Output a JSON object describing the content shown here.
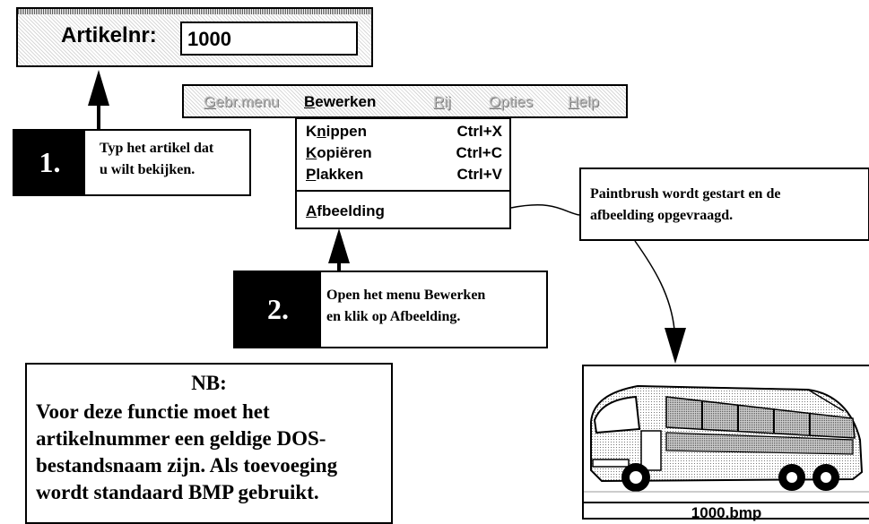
{
  "field": {
    "label": "Artikelnr:",
    "value": "1000"
  },
  "menubar": {
    "items": [
      {
        "label": "Gebr.menu",
        "underline": "G",
        "enabled": false
      },
      {
        "label": "Bewerken",
        "underline": "B",
        "enabled": true
      },
      {
        "label": "Rij",
        "underline": "R",
        "enabled": false
      },
      {
        "label": "Opties",
        "underline": "O",
        "enabled": false
      },
      {
        "label": "Help",
        "underline": "H",
        "enabled": false
      }
    ]
  },
  "dropdown": {
    "items": [
      {
        "pre": "K",
        "ul": "n",
        "post": "ippen",
        "shortcut": "Ctrl+X"
      },
      {
        "pre": "",
        "ul": "K",
        "post": "opiëren",
        "shortcut": "Ctrl+C"
      },
      {
        "pre": "",
        "ul": "P",
        "post": "lakken",
        "shortcut": "Ctrl+V"
      },
      {
        "pre": "",
        "ul": "A",
        "post": "fbeelding",
        "shortcut": ""
      }
    ]
  },
  "step1": {
    "number": "1.",
    "line1": "Typ het artikel dat",
    "line2": "u wilt bekijken."
  },
  "step2": {
    "number": "2.",
    "line1": "Open het menu Bewerken",
    "line2": "en klik op Afbeelding."
  },
  "paint_note": {
    "line1": "Paintbrush wordt gestart en de",
    "line2": "afbeelding opgevraagd."
  },
  "nb": {
    "title": "NB:",
    "lines": [
      "Voor deze functie moet het",
      "artikelnummer een geldige DOS-",
      "bestandsnaam zijn. Als toevoeging",
      "wordt standaard BMP gebruikt."
    ]
  },
  "bitmap": {
    "caption": "1000.bmp",
    "icon": "bus-picture"
  }
}
